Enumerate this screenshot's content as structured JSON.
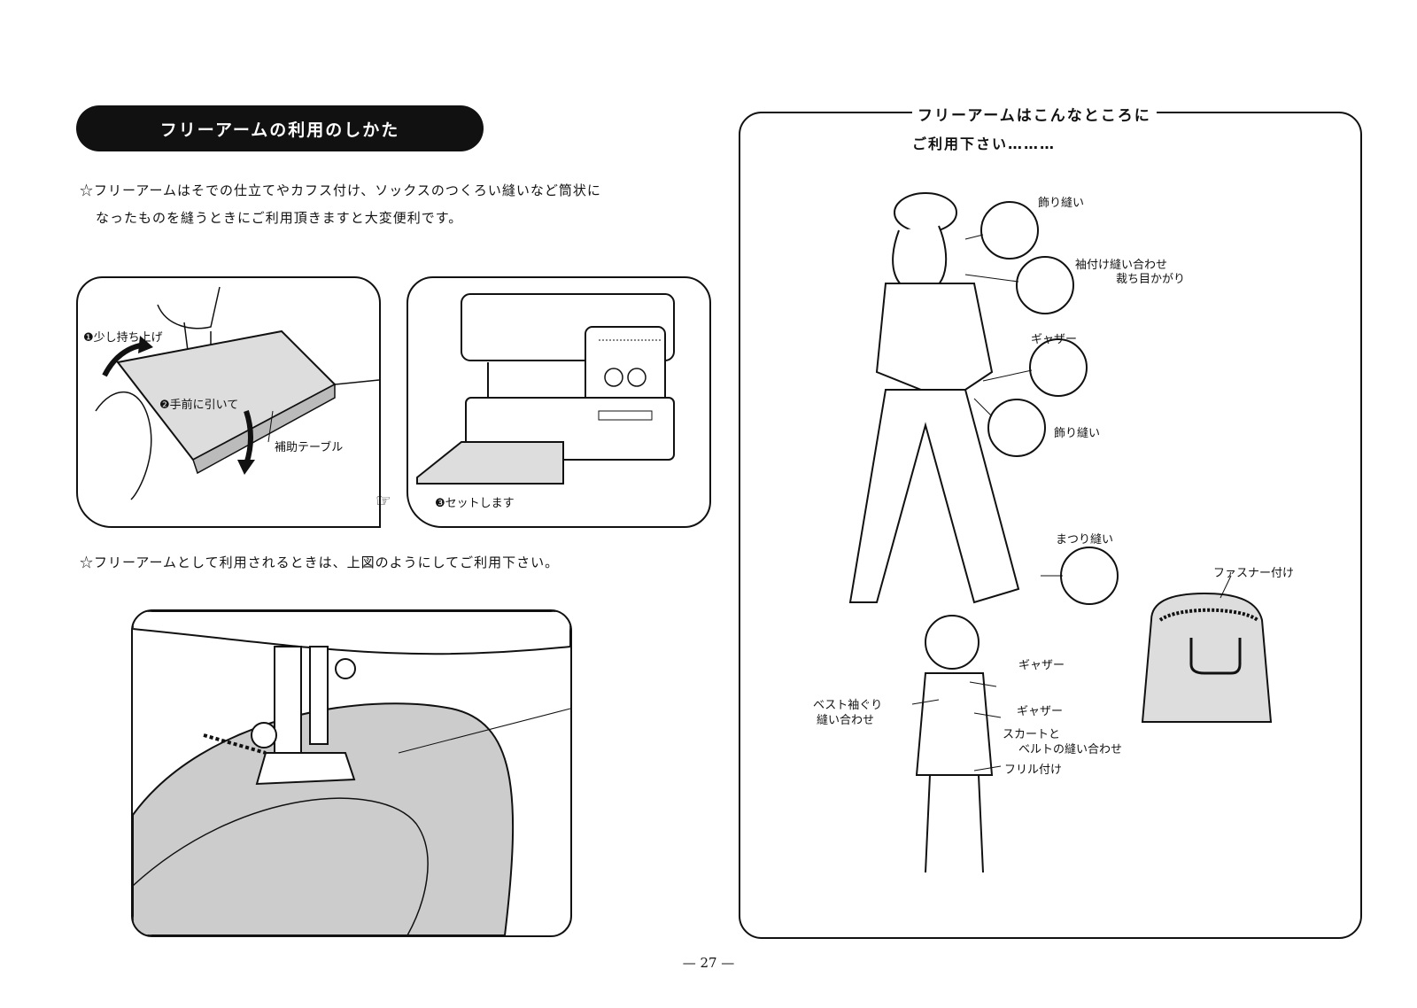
{
  "left": {
    "section_title": "フリーアームの利用のしかた",
    "intro_line1": "☆フリーアームはそでの仕立てやカフス付け、ソックスのつくろい縫いなど筒状に",
    "intro_line2": "なったものを縫うときにご利用頂きますと大変便利です。",
    "step1": "❶少し持ち上げ",
    "step2": "❷手前に引いて",
    "table_label": "補助テーブル",
    "step3": "❸セットします",
    "note": "☆フリーアームとして利用されるときは、上図のようにしてご利用下さい。"
  },
  "right": {
    "title_line1": "フリーアームはこんなところに",
    "title_line2": "ご利用下さい………",
    "labels": {
      "kazari1": "飾り縫い",
      "sodetsuke1": "袖付け縫い合わせ",
      "sodetsuke2": "裁ち目かがり",
      "gather1": "ギャザー",
      "kazari2": "飾り縫い",
      "matsuri": "まつり縫い",
      "fastener": "ファスナー付け",
      "gather2": "ギャザー",
      "vest1": "ベスト袖ぐり",
      "vest2": "縫い合わせ",
      "gather3": "ギャザー",
      "skirt1": "スカートと",
      "skirt2": "ベルトの縫い合わせ",
      "frill": "フリル付け"
    }
  },
  "page_number": "— 27 —"
}
